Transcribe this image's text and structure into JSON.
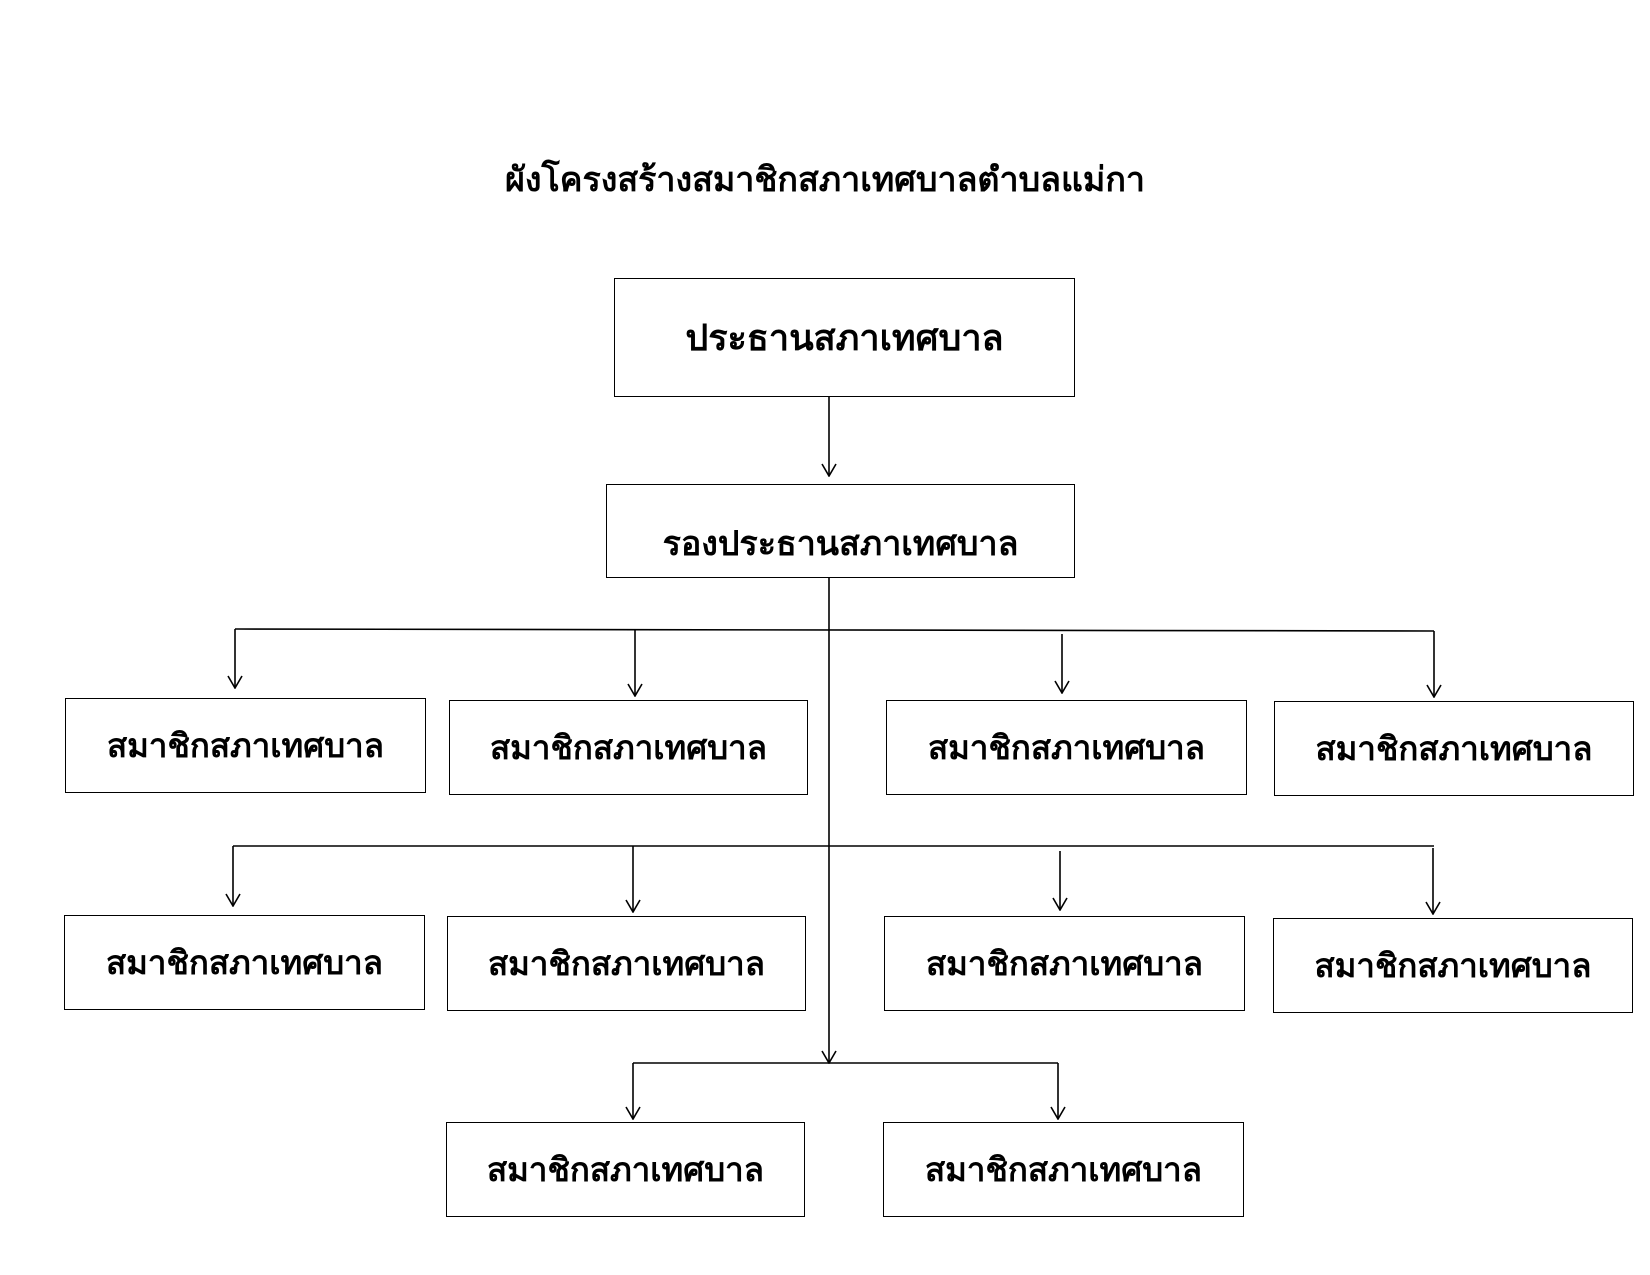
{
  "title": "ผังโครงสร้างสมาชิกสภาเทศบาลตำบลแม่กา",
  "chairman": {
    "label": "ประธานสภาเทศบาล"
  },
  "vice_chairman": {
    "label": "รองประธานสภาเทศบาล"
  },
  "members": [
    {
      "label": "สมาชิกสภาเทศบาล"
    },
    {
      "label": "สมาชิกสภาเทศบาล"
    },
    {
      "label": "สมาชิกสภาเทศบาล"
    },
    {
      "label": "สมาชิกสภาเทศบาล"
    },
    {
      "label": "สมาชิกสภาเทศบาล"
    },
    {
      "label": "สมาชิกสภาเทศบาล"
    },
    {
      "label": "สมาชิกสภาเทศบาล"
    },
    {
      "label": "สมาชิกสภาเทศบาล"
    },
    {
      "label": "สมาชิกสภาเทศบาล"
    },
    {
      "label": "สมาชิกสภาเทศบาล"
    }
  ],
  "colors": {
    "line": "#000000",
    "box_border": "#000000",
    "background": "#ffffff"
  }
}
